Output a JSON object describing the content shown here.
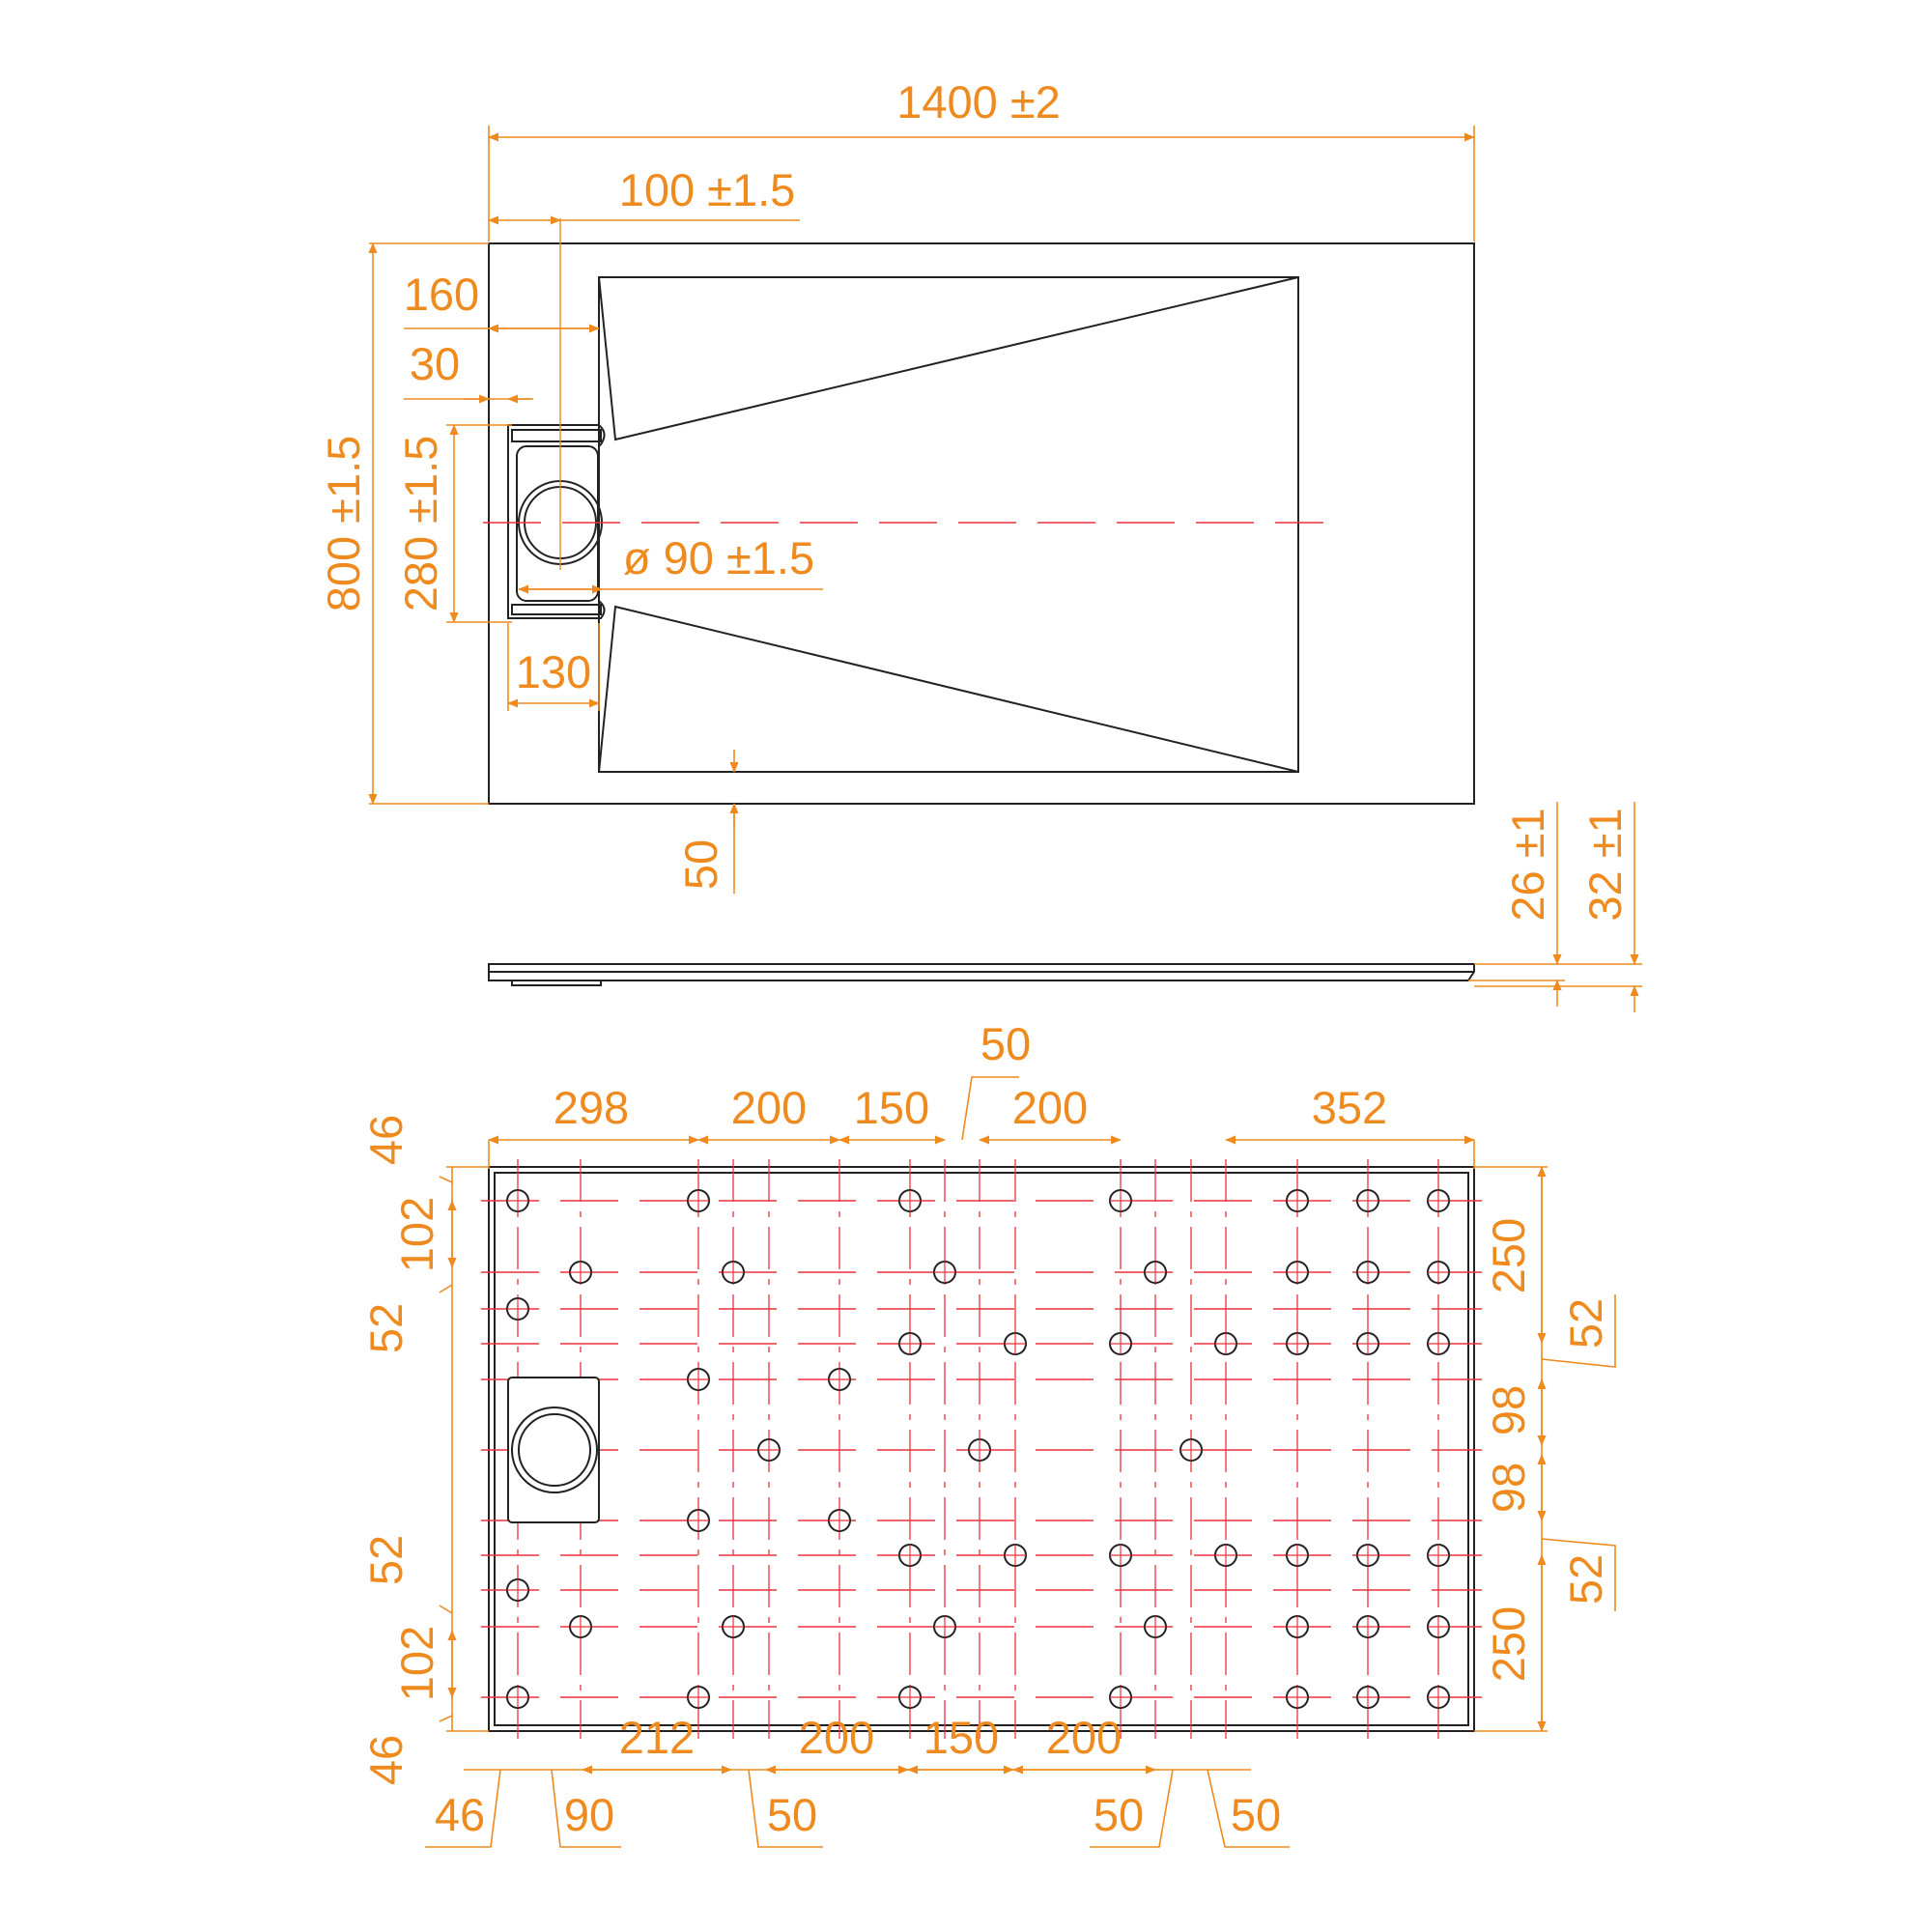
{
  "colors": {
    "dimension": "#ee8a1e",
    "outline": "#222222",
    "centerline": "#e8333b"
  },
  "plan_view": {
    "width": "1400 ±2",
    "waste_offset": "100 ±1.5",
    "drain_gap": "160",
    "grate_edge": "30",
    "length": "800 ±1.5",
    "drain_width": "280 ±1.5",
    "waste_diameter": "ø 90 ±1.5",
    "drain_depth": "130",
    "rim": "50"
  },
  "side_view": {
    "height_inner": "26 ±1",
    "height_outer": "32 ±1"
  },
  "bottom_view": {
    "top_dims": [
      "298",
      "200",
      "150",
      "200",
      "352"
    ],
    "top_small": "50",
    "left_dims": [
      "46",
      "102",
      "52",
      "52",
      "102",
      "46"
    ],
    "right_dims": [
      "250",
      "52",
      "98",
      "98",
      "52",
      "250"
    ],
    "bottom_dims": [
      "212",
      "200",
      "150",
      "200"
    ],
    "bottom_small": [
      "46",
      "90",
      "50",
      "50",
      "50"
    ]
  }
}
